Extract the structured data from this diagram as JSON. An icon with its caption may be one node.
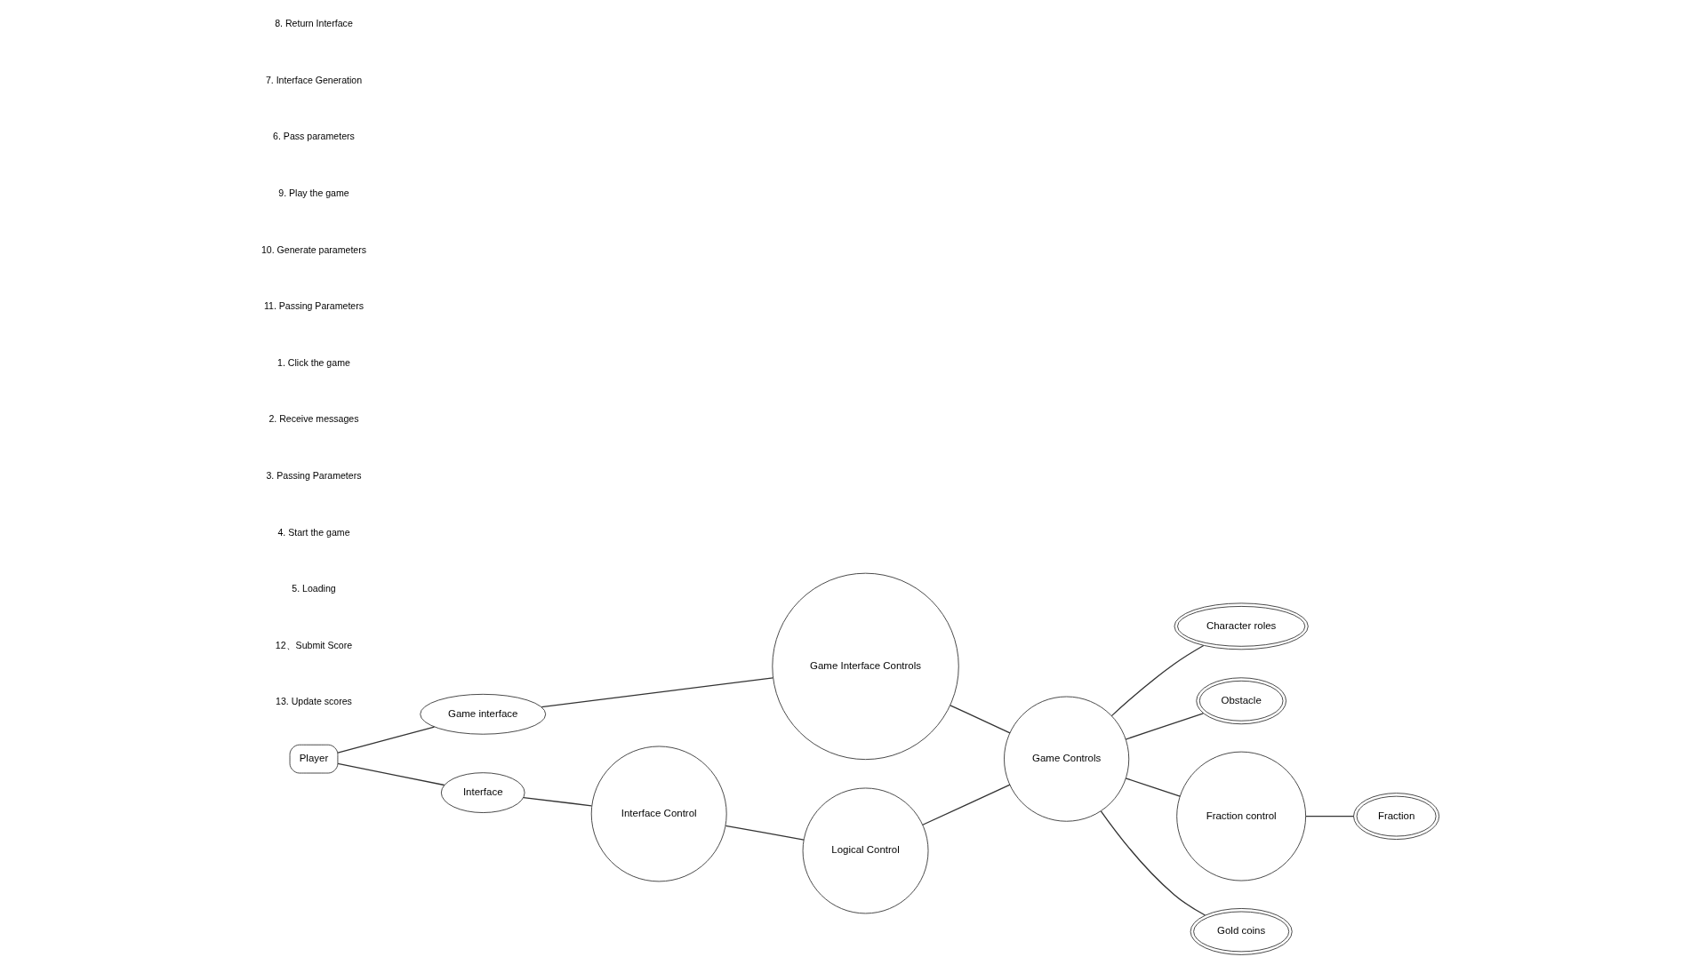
{
  "diagram": {
    "nodes": [
      {
        "text": [
          "Player"
        ]
      },
      {
        "text": [
          "Game interface"
        ]
      },
      {
        "text": [
          "Game Interface Controls"
        ]
      },
      {
        "text": [
          "Character roles"
        ]
      },
      {
        "text": [
          "Interface"
        ]
      },
      {
        "text": [
          "Interface Control"
        ]
      },
      {
        "text": [
          "Logical Control"
        ]
      },
      {
        "text": [
          "Game Controls"
        ]
      },
      {
        "text": [
          "Obstacle"
        ]
      },
      {
        "text": [
          "Fraction control"
        ]
      },
      {
        "text": [
          "Gold coins"
        ]
      },
      {
        "text": [
          "Fraction"
        ]
      }
    ],
    "edges": [
      {
        "from": 0,
        "to": 1,
        "arrow": "none"
      },
      {
        "from": 1,
        "to": 2,
        "arrow": "none"
      },
      {
        "from": 2,
        "to": 7,
        "arrow": "none"
      },
      {
        "from": 0,
        "to": 4,
        "arrow": "none"
      },
      {
        "from": 4,
        "to": 5,
        "arrow": "none"
      },
      {
        "from": 5,
        "to": 6,
        "arrow": "none"
      },
      {
        "from": 6,
        "to": 7,
        "arrow": "none"
      },
      {
        "from": 7,
        "to": 3,
        "arrow": "none"
      },
      {
        "from": 7,
        "to": 8,
        "arrow": "none"
      },
      {
        "from": 7,
        "to": 10,
        "arrow": "none"
      },
      {
        "from": 7,
        "to": 9,
        "arrow": "none"
      },
      {
        "from": 9,
        "to": 11,
        "arrow": "none"
      }
    ],
    "labels": [
      "8. Return Interface",
      "7. Interface Generation",
      "6. Pass parameters",
      "9. Play the game",
      "10. Generate parameters",
      "11. Passing Parameters",
      "1. Click the game",
      "2. Receive messages",
      "3. Passing Parameters",
      "4. Start the game",
      "5. Loading",
      "12、Submit Score",
      "13. Update scores"
    ]
  }
}
